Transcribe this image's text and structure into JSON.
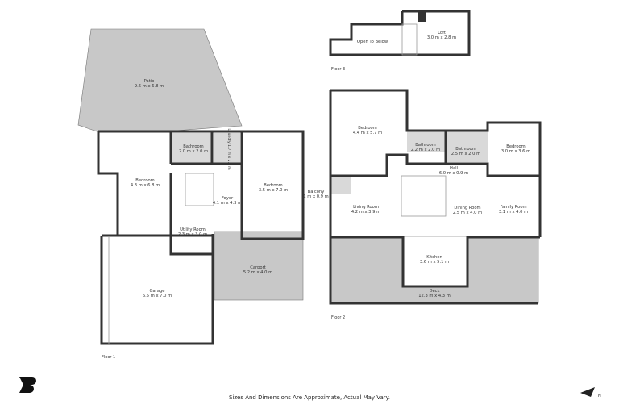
{
  "floors": [
    {
      "label": "Floor 1",
      "rooms": [
        {
          "name": "Patio",
          "size": "9.6 m x 6.8 m"
        },
        {
          "name": "Bathroom",
          "size": "2.0 m x 2.0 m"
        },
        {
          "name": "Laundry",
          "size": "1.7 m x 2.0 m"
        },
        {
          "name": "Bedroom",
          "size": "4.3 m x 6.8 m"
        },
        {
          "name": "Foyer",
          "size": "4.1 m x 4.3 m"
        },
        {
          "name": "Bedroom",
          "size": "3.5 m x 7.0 m"
        },
        {
          "name": "Utility Room",
          "size": "2.3 m x 3.0 m"
        },
        {
          "name": "Carport",
          "size": "5.2 m x 4.0 m"
        },
        {
          "name": "Garage",
          "size": "6.5 m x 7.0 m"
        }
      ]
    },
    {
      "label": "Floor 2",
      "rooms": [
        {
          "name": "Balcony",
          "size": "1 m x 0.9 m"
        },
        {
          "name": "Bedroom",
          "size": "4.4 m x 5.7 m"
        },
        {
          "name": "Bathroom",
          "size": "2.2 m x 2.0 m"
        },
        {
          "name": "Bathroom",
          "size": "2.5 m x 2.0 m"
        },
        {
          "name": "Bedroom",
          "size": "3.0 m x 3.6 m"
        },
        {
          "name": "Hall",
          "size": "6.0 m x 0.9 m"
        },
        {
          "name": "Living Room",
          "size": "4.2 m x 3.9 m"
        },
        {
          "name": "Dining Room",
          "size": "2.5 m x 4.0 m"
        },
        {
          "name": "Family Room",
          "size": "3.1 m x 4.0 m"
        },
        {
          "name": "Kitchen",
          "size": "3.6 m x 5.1 m"
        },
        {
          "name": "Deck",
          "size": "12.3 m x 4.3 m"
        }
      ]
    },
    {
      "label": "Floor 3",
      "rooms": [
        {
          "name": "Open To Below",
          "size": ""
        },
        {
          "name": "Loft",
          "size": "3.0 m x 2.8 m"
        }
      ]
    }
  ],
  "footer": "Sizes And Dimensions Are Approximate, Actual May Vary.",
  "compass": "N",
  "colors": {
    "wall": "#333333",
    "outdoor": "#c8c8c8",
    "wet_area": "#d9d9d9"
  }
}
